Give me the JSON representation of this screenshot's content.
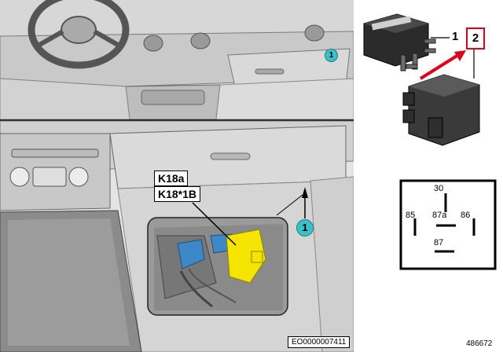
{
  "overview": {
    "callout_top": "1",
    "callout_bottom": "1",
    "relay_keys": [
      "K18a",
      "K18*1B"
    ],
    "reference_code": "EO0000007411"
  },
  "relay": {
    "part_label_1": "1",
    "part_label_2": "2"
  },
  "schematic": {
    "pins": [
      "30",
      "85",
      "87a",
      "86",
      "87"
    ]
  },
  "document_number": "486672",
  "colors": {
    "callout": "#3cc0c8",
    "highlight_relay": "#f4e400",
    "highlight_module": "#3e88c8",
    "arrow": "#e0001a"
  }
}
